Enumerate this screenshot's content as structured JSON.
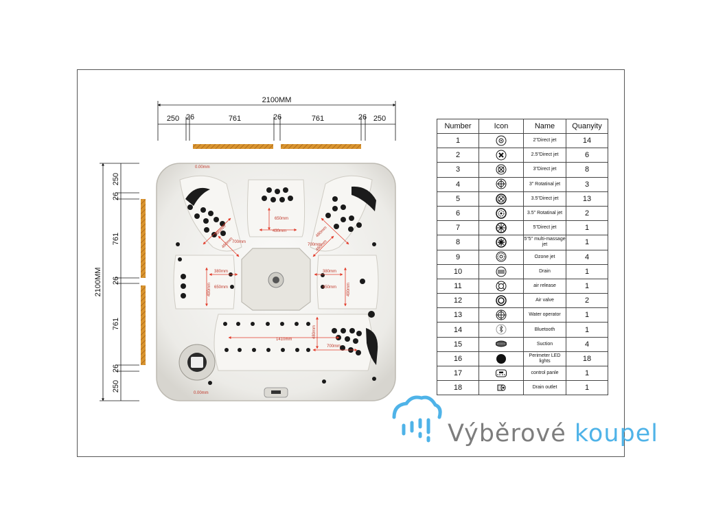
{
  "dimensions": {
    "total_top": "2100MM",
    "total_left": "2100MM",
    "top_segments": [
      "250",
      "26",
      "761",
      "26",
      "761",
      "26",
      "250"
    ],
    "left_segments": [
      "250",
      "26",
      "761",
      "26",
      "761",
      "26",
      "250"
    ]
  },
  "inner_dimensions": {
    "seat_upper_depth": "650mm",
    "seat_upper_width": "430mm",
    "corner_left_a": "480mm",
    "corner_left_b": "460mm",
    "corner_left_c": "700mm",
    "corner_right_a": "480mm",
    "corner_right_b": "460mm",
    "corner_right_c": "700mm",
    "side_left_width": "380mm",
    "side_left_depth": "650mm",
    "side_left_height": "490mm",
    "side_right_width": "380mm",
    "side_right_depth": "650mm",
    "side_right_height": "490mm",
    "lounger_length": "1410mm",
    "lounger_height": "480mm",
    "lounger_width": "700mm",
    "corner_top": "0.00mm",
    "corner_bottom": "0.00mm"
  },
  "table": {
    "headers": [
      "Number",
      "Icon",
      "Name",
      "Quanyity"
    ],
    "rows": [
      {
        "number": "1",
        "icon": "direct-jet-2-icon",
        "name": "2\"Direct jet",
        "qty": "14"
      },
      {
        "number": "2",
        "icon": "direct-jet-2-5-icon",
        "name": "2.5\"Direct jet",
        "qty": "6"
      },
      {
        "number": "3",
        "icon": "direct-jet-3-icon",
        "name": "3\"Direct jet",
        "qty": "8"
      },
      {
        "number": "4",
        "icon": "rotating-jet-3-icon",
        "name": "3\" Rotatinal jet",
        "qty": "3"
      },
      {
        "number": "5",
        "icon": "direct-jet-3-5-icon",
        "name": "3.5\"Direct jet",
        "qty": "13"
      },
      {
        "number": "6",
        "icon": "rotating-jet-3-5-icon",
        "name": "3.5\" Rotatinal jet",
        "qty": "2"
      },
      {
        "number": "7",
        "icon": "direct-jet-5-icon",
        "name": "5\"Direct jet",
        "qty": "1"
      },
      {
        "number": "8",
        "icon": "multi-massage-jet-icon",
        "name": "5\"5\" multi-massage jet",
        "qty": "1"
      },
      {
        "number": "9",
        "icon": "ozone-jet-icon",
        "name": "Ozone jet",
        "qty": "4"
      },
      {
        "number": "10",
        "icon": "drain-icon",
        "name": "Drain",
        "qty": "1"
      },
      {
        "number": "11",
        "icon": "air-release-icon",
        "name": "air release",
        "qty": "1"
      },
      {
        "number": "12",
        "icon": "air-valve-icon",
        "name": "Air valve",
        "qty": "2"
      },
      {
        "number": "13",
        "icon": "water-operator-icon",
        "name": "Water operator",
        "qty": "1"
      },
      {
        "number": "14",
        "icon": "bluetooth-icon",
        "name": "Bluetooth",
        "qty": "1"
      },
      {
        "number": "15",
        "icon": "suction-icon",
        "name": "Suction",
        "qty": "4"
      },
      {
        "number": "16",
        "icon": "led-light-icon",
        "name": "Perimeter LED lights",
        "qty": "18"
      },
      {
        "number": "17",
        "icon": "control-panel-icon",
        "name": "control panle",
        "qty": "1"
      },
      {
        "number": "18",
        "icon": "drain-outlet-icon",
        "name": "Drain outlet",
        "qty": "1"
      }
    ]
  },
  "brand": {
    "word1": "Výběrové",
    "word2": "koupel",
    "color_gray": "#7d7d7d",
    "color_blue": "#4fb3e8"
  },
  "colors": {
    "dimension_red": "#e23b2a",
    "panel_wood": "#d08a2c",
    "tub_shell": "#f3f2ef",
    "jet_dark": "#1a1a1a"
  }
}
